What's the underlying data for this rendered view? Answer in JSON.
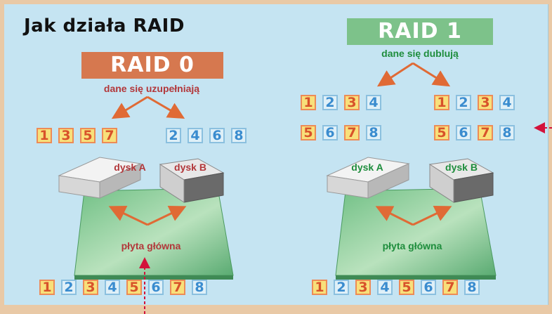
{
  "title": "Jak działa RAID",
  "raid0": {
    "banner": "RAID 0",
    "subtitle": "dane się uzupełniają",
    "disk_a": "dysk A",
    "disk_b": "dysk B",
    "board": "płyta główna",
    "disk_a_blocks": [
      "1",
      "3",
      "5",
      "7"
    ],
    "disk_b_blocks": [
      "2",
      "4",
      "6",
      "8"
    ],
    "bottom_blocks": [
      "1",
      "2",
      "3",
      "4",
      "5",
      "6",
      "7",
      "8"
    ]
  },
  "raid1": {
    "banner": "RAID 1",
    "subtitle": "dane się dublują",
    "disk_a": "dysk A",
    "disk_b": "dysk B",
    "board": "płyta główna",
    "disk_a_row1": [
      "1",
      "2",
      "3",
      "4"
    ],
    "disk_a_row2": [
      "5",
      "6",
      "7",
      "8"
    ],
    "disk_b_row1": [
      "1",
      "2",
      "3",
      "4"
    ],
    "disk_b_row2": [
      "5",
      "6",
      "7",
      "8"
    ],
    "bottom_blocks": [
      "1",
      "2",
      "3",
      "4",
      "5",
      "6",
      "7",
      "8"
    ]
  },
  "colors": {
    "raid0_banner": "#d6784f",
    "raid1_banner": "#7dc28a",
    "raid0_text": "#b2373a",
    "raid1_text": "#1e8d3c",
    "arrow": "#e06a35",
    "pointer": "#d3123b"
  }
}
